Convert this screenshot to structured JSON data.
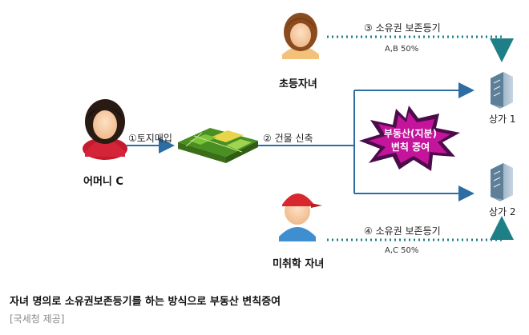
{
  "people": {
    "mother": "어머니 C",
    "elementary_child": "초등자녀",
    "minor_child": "미취학 자녀"
  },
  "steps": {
    "land_purchase": "①토지매입",
    "construction": "② 건물 신축",
    "registration_top": "③ 소유권 보존등기",
    "registration_bottom": "④ 소유권 보존등기"
  },
  "shares": {
    "top": "A,B 50%",
    "bottom": "A,C 50%"
  },
  "burst": {
    "line1": "부동산(지분)",
    "line2": "변칙 증여"
  },
  "shops": {
    "shop1": "상가 1",
    "shop2": "상가 2"
  },
  "caption": "자녀 명의로 소유권보존등기를 하는 방식으로 부동산 변칙증여",
  "source": "[국세청 제공]",
  "colors": {
    "arrow_blue": "#2e6da4",
    "dotted_teal": "#1f7f86",
    "burst_magenta": "#c3149b",
    "burst_dark": "#4b0d4a"
  }
}
